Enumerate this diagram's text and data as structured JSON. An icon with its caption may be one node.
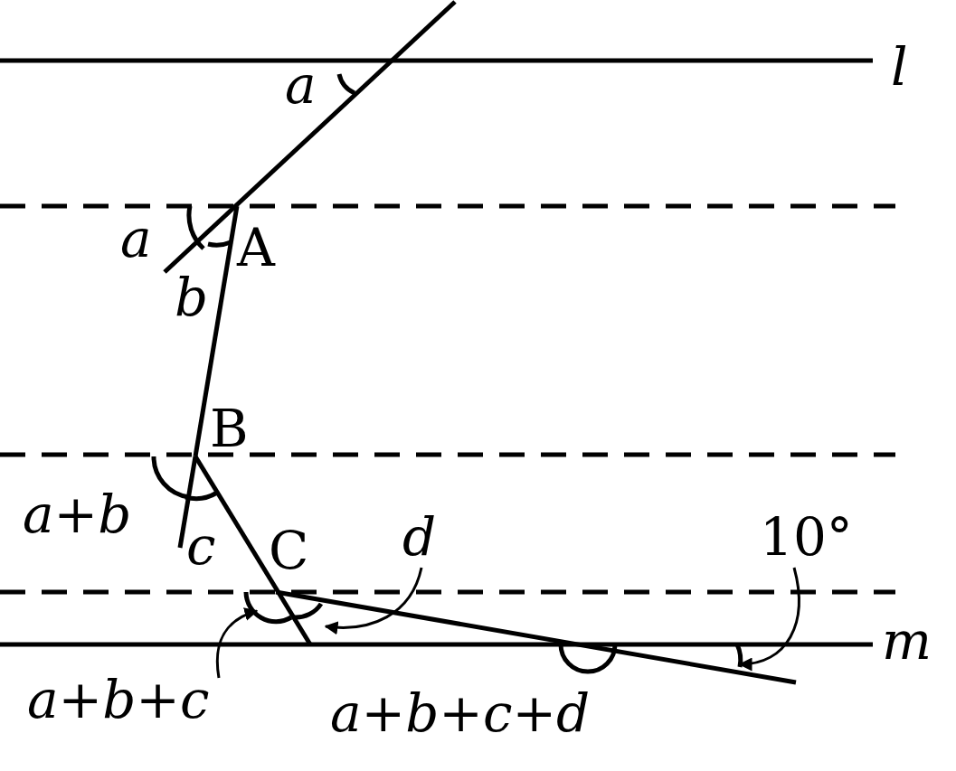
{
  "diagram": {
    "nodes": [
      {
        "text": [
          "d"
        ]
      },
      {
        "text": [
          "10°"
        ]
      },
      {
        "text": [
          "a+b+c"
        ]
      },
      {
        "text": [],
        "shape": "arc"
      },
      {
        "text": [],
        "shape": "arc"
      },
      {
        "text": [],
        "shape": "arc"
      }
    ],
    "edges": [
      {
        "from": 0,
        "to": 4,
        "arrow": "to"
      },
      {
        "from": 1,
        "to": 5,
        "arrow": "to"
      },
      {
        "from": 2,
        "to": 3,
        "arrow": "to"
      }
    ],
    "labels": [
      "l",
      "a",
      "a",
      "A",
      "b",
      "B",
      "a+b",
      "c",
      "C",
      "m",
      "a+b+c+d"
    ]
  }
}
